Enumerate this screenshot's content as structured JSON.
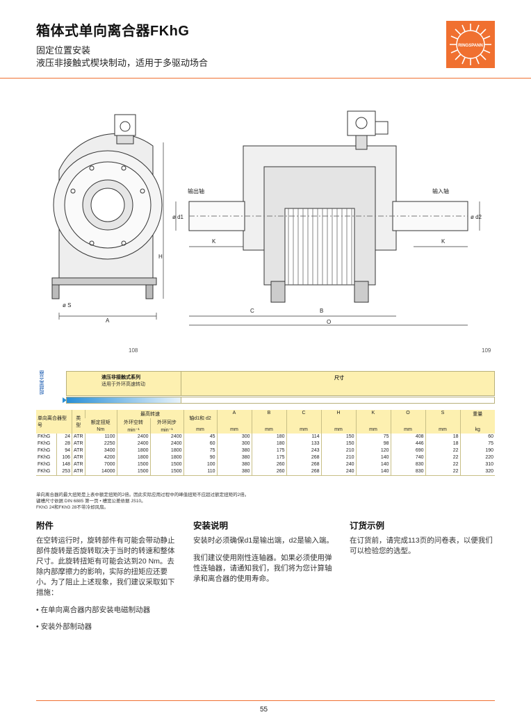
{
  "header": {
    "title": "箱体式单向离合器FKhG",
    "subtitle1": "固定位置安装",
    "subtitle2": "液压非接触式楔块制动，适用于多驱动场合",
    "logo_text": "RINGSPANN"
  },
  "drawing": {
    "page_left": "108",
    "page_right": "109",
    "labels": {
      "output": "输出轴",
      "input": "输入轴",
      "d1": "ø d1",
      "d2": "ø d2",
      "k": "K",
      "h": "H",
      "s": "ø S",
      "a": "A",
      "c": "C",
      "b": "B",
      "o": "O"
    }
  },
  "band": {
    "side_label": "超越离合器",
    "series_title": "液压非接触式系列",
    "series_sub": "适用于外环高速转动",
    "dimensions": "尺寸"
  },
  "table": {
    "headers": {
      "model": "单向离合器型号",
      "type": "类型",
      "torque": "额定扭矩",
      "torque_unit": "Nm",
      "max_speed": "最高转速",
      "speed_free": "外环空转",
      "speed_free_unit": "min⁻¹",
      "speed_sync": "外环同步",
      "speed_sync_unit": "min⁻¹",
      "bore": "轴d1和 d2",
      "a": "A",
      "b": "B",
      "c": "C",
      "h": "H",
      "k": "K",
      "o": "O",
      "s": "S",
      "weight": "重量",
      "mm": "mm",
      "kg": "kg"
    },
    "rows": [
      [
        "FKhG",
        "24",
        "ATR",
        "1100",
        "2400",
        "2400",
        "45",
        "300",
        "180",
        "114",
        "150",
        "75",
        "408",
        "18",
        "60"
      ],
      [
        "FKhG",
        "28",
        "ATR",
        "2250",
        "2400",
        "2400",
        "60",
        "300",
        "180",
        "133",
        "150",
        "98",
        "446",
        "18",
        "75"
      ],
      [
        "FKhG",
        "94",
        "ATR",
        "3400",
        "1800",
        "1800",
        "75",
        "380",
        "175",
        "243",
        "210",
        "120",
        "690",
        "22",
        "190"
      ],
      [
        "FKhG",
        "106",
        "ATR",
        "4200",
        "1800",
        "1800",
        "90",
        "380",
        "175",
        "268",
        "210",
        "140",
        "740",
        "22",
        "220"
      ],
      [
        "FKhG",
        "148",
        "ATR",
        "7000",
        "1500",
        "1500",
        "100",
        "380",
        "260",
        "268",
        "240",
        "140",
        "830",
        "22",
        "310"
      ],
      [
        "FKhG",
        "253",
        "ATR",
        "14000",
        "1500",
        "1500",
        "110",
        "380",
        "260",
        "268",
        "240",
        "140",
        "830",
        "22",
        "320"
      ]
    ]
  },
  "notes": {
    "n1": "单向离合器的最大扭矩是上表中额定扭矩的2倍。因此实际应用过程中的峰值扭矩不应超过额定扭矩的2倍。",
    "n2": "键槽尺寸依据 DIN 6885 第一页 • 槽宽公差依据 JS10。",
    "n3": "FKhG 24和FKhG 28不带冷却风扇。"
  },
  "sections": {
    "accessories": {
      "heading": "附件",
      "body": "在空转运行时，旋转部件有可能会带动静止部件旋转是否旋转取决于当时的转速和整体尺寸。此旋转扭矩有可能会达到20 Nm。去除内部摩擦力的影响，实际的扭矩应还要小。为了阻止上述现象，我们建议采取如下措施：",
      "item1": "在单向离合器内部安装电磁制动器",
      "item2": "安装外部制动器"
    },
    "install": {
      "heading": "安装说明",
      "p1": "安装时必须确保d1是输出端，d2是输入端。",
      "p2": "我们建议使用刚性连轴器。如果必须使用弹性连轴器，请通知我们，我们将为您计算轴承和离合器的使用寿命。"
    },
    "order": {
      "heading": "订货示例",
      "body": "在订货前，请完成113页的问卷表，以便我们可以检验您的选型。"
    }
  },
  "footer": {
    "page": "55"
  },
  "colors": {
    "accent": "#f07030",
    "band": "#fdf0b0",
    "blue": "#2a8fd6"
  }
}
